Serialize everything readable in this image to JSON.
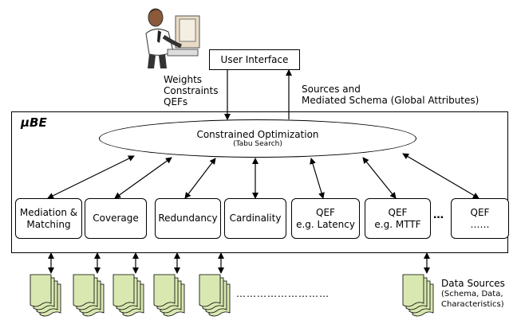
{
  "user_interface": {
    "label": "User Interface"
  },
  "inputs": {
    "lines": [
      "Weights",
      "Constraints",
      "QEFs"
    ]
  },
  "outputs": {
    "lines": [
      "Sources and",
      "Mediated Schema (Global Attributes)"
    ]
  },
  "system": {
    "name": "μBE"
  },
  "optimizer": {
    "title": "Constrained Optimization",
    "subtitle": "(Tabu Search)"
  },
  "modules": [
    {
      "lines": [
        "Mediation &",
        "Matching"
      ]
    },
    {
      "lines": [
        "Coverage"
      ]
    },
    {
      "lines": [
        "Redundancy"
      ]
    },
    {
      "lines": [
        "Cardinality"
      ]
    },
    {
      "lines": [
        "QEF",
        "e.g. Latency"
      ]
    },
    {
      "lines": [
        "QEF",
        "e.g. MTTF"
      ]
    },
    {
      "lines": [
        "QEF",
        "……"
      ]
    }
  ],
  "modules_ellipsis": "…",
  "data_sources": {
    "lines": [
      "Data Sources",
      "(Schema, Data,",
      "Characteristics)"
    ]
  },
  "sources_ellipsis": "………………………",
  "icons": {
    "user": "person-at-computer-icon",
    "source": "document-stack-icon"
  },
  "colors": {
    "document_fill": "#d9e8b0",
    "document_stroke": "#000000"
  }
}
